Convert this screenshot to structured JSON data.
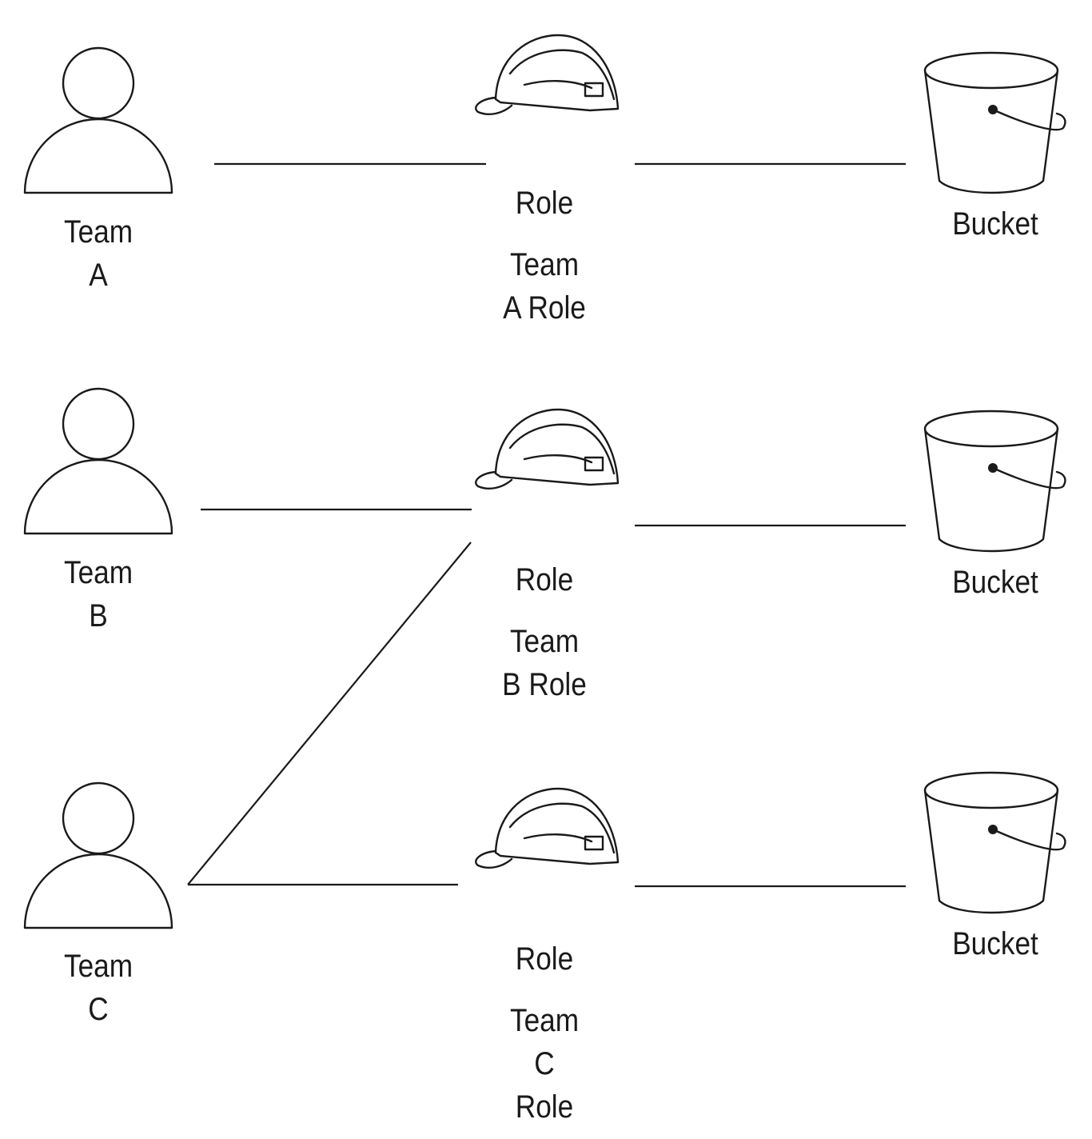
{
  "diagram": {
    "teams": [
      {
        "label_line1": "Team",
        "label_line2": "A"
      },
      {
        "label_line1": "Team",
        "label_line2": "B"
      },
      {
        "label_line1": "Team",
        "label_line2": "C"
      }
    ],
    "roles": [
      {
        "type_label": "Role",
        "name_lines": [
          "Team",
          "A Role"
        ]
      },
      {
        "type_label": "Role",
        "name_lines": [
          "Team",
          "B Role"
        ]
      },
      {
        "type_label": "Role",
        "name_lines": [
          "Team",
          "C",
          "Role"
        ]
      }
    ],
    "buckets": [
      {
        "label": "Bucket"
      },
      {
        "label": "Bucket"
      },
      {
        "label": "Bucket"
      }
    ],
    "icons": {
      "team": "person-icon",
      "role": "hard-hat-icon",
      "bucket": "bucket-icon"
    }
  }
}
